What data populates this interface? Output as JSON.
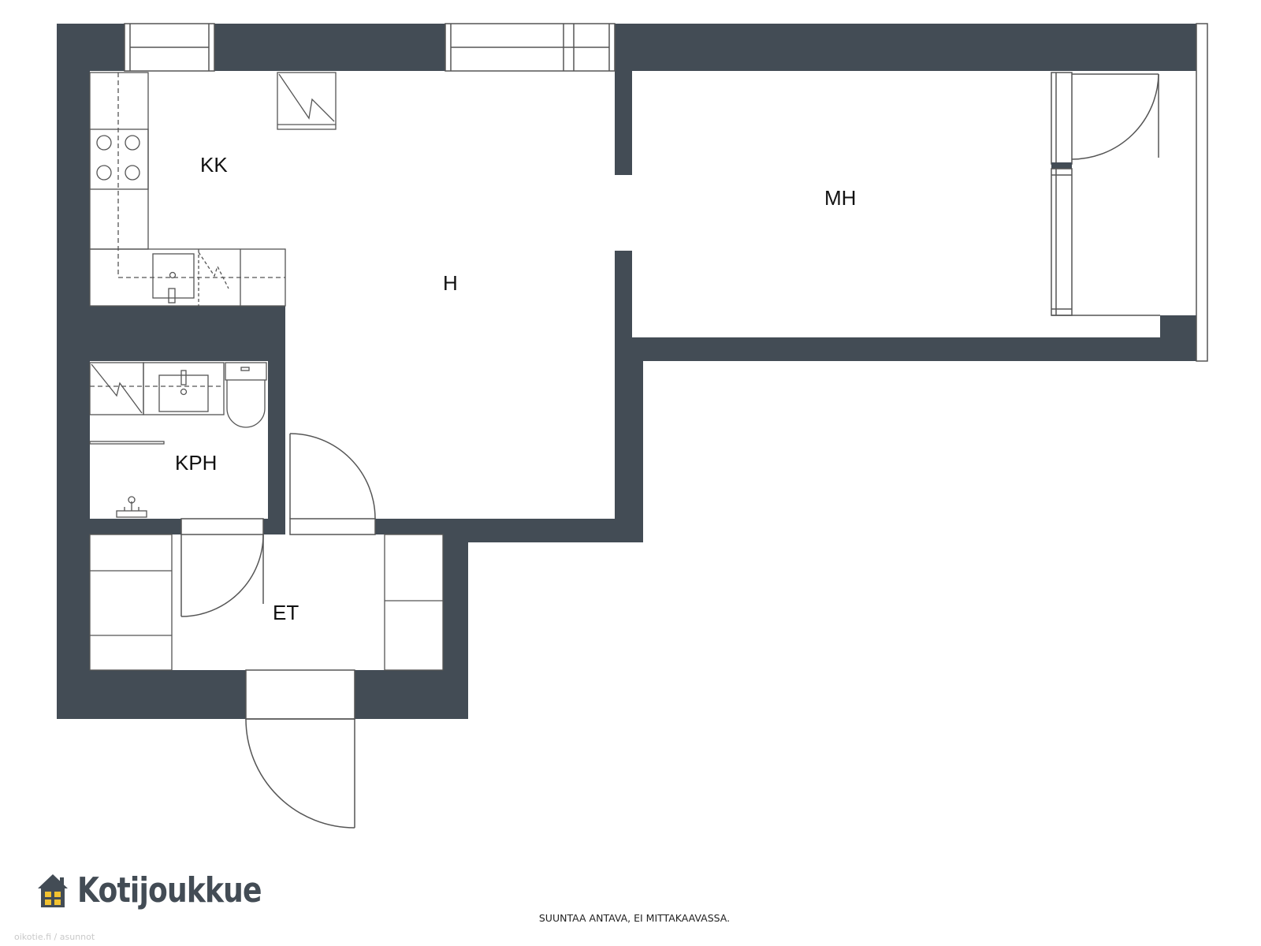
{
  "rooms": {
    "kk": "KK",
    "h": "H",
    "mh": "MH",
    "kph": "KPH",
    "et": "ET"
  },
  "brand": {
    "name": "Kotijoukkue",
    "icon": "house-icon",
    "color": "#434c55",
    "window_color": "#f2c230"
  },
  "disclaimer": "SUUNTAA ANTAVA, EI MITTAKAAVASSA.",
  "watermark": "oikotie.fi / asunnot",
  "colors": {
    "wall": "#434c55",
    "line": "#555555"
  }
}
